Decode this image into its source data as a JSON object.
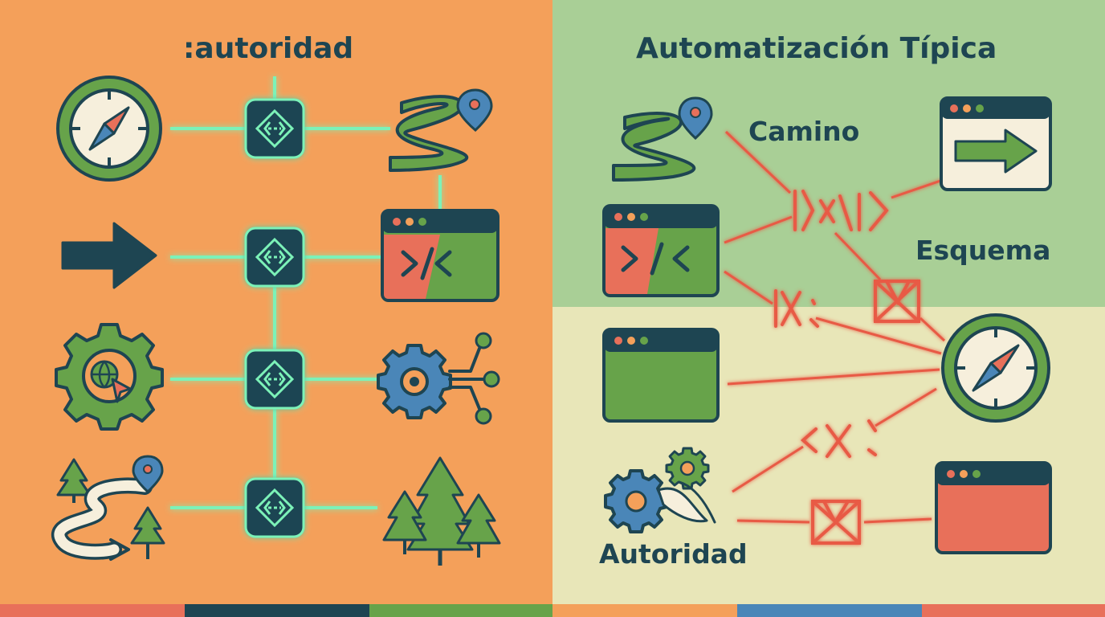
{
  "left_panel": {
    "title": ":autoridad",
    "rows": [
      {
        "left_icon": "compass-icon",
        "right_icon": "winding-path-pin-icon"
      },
      {
        "left_icon": "arrow-right-icon",
        "right_icon": "code-window-icon"
      },
      {
        "left_icon": "gear-globe-cursor-icon",
        "right_icon": "gear-network-icon"
      },
      {
        "left_icon": "forest-trail-pin-icon",
        "right_icon": "pine-trees-icon"
      }
    ],
    "connector_icon": "code-node-icon"
  },
  "right_panel": {
    "title": "Automatización Típica",
    "labels": {
      "camino": "Camino",
      "esquema": "Esquema",
      "autoridad": "Autoridad"
    },
    "broken_symbols": [
      "broken-code-bracket-icon",
      "broken-x-icon",
      "broken-box-icon"
    ]
  },
  "colors": {
    "left_bg": "#f4a05a",
    "right_top_bg": "#a9cf96",
    "right_bottom_bg": "#e8e6b8",
    "navy": "#1e4552",
    "green": "#67a34a",
    "coral": "#e8705a",
    "glow": "#7cf2b8",
    "red_line": "#e85a44",
    "blue": "#4a86b8",
    "cream": "#f6efdc"
  },
  "bottom_stripe_colors": [
    "#e8705a",
    "#1e4552",
    "#67a34a",
    "#f4a05a",
    "#e8705a",
    "#4a86b8",
    "#67a34a",
    "#e8705a"
  ]
}
